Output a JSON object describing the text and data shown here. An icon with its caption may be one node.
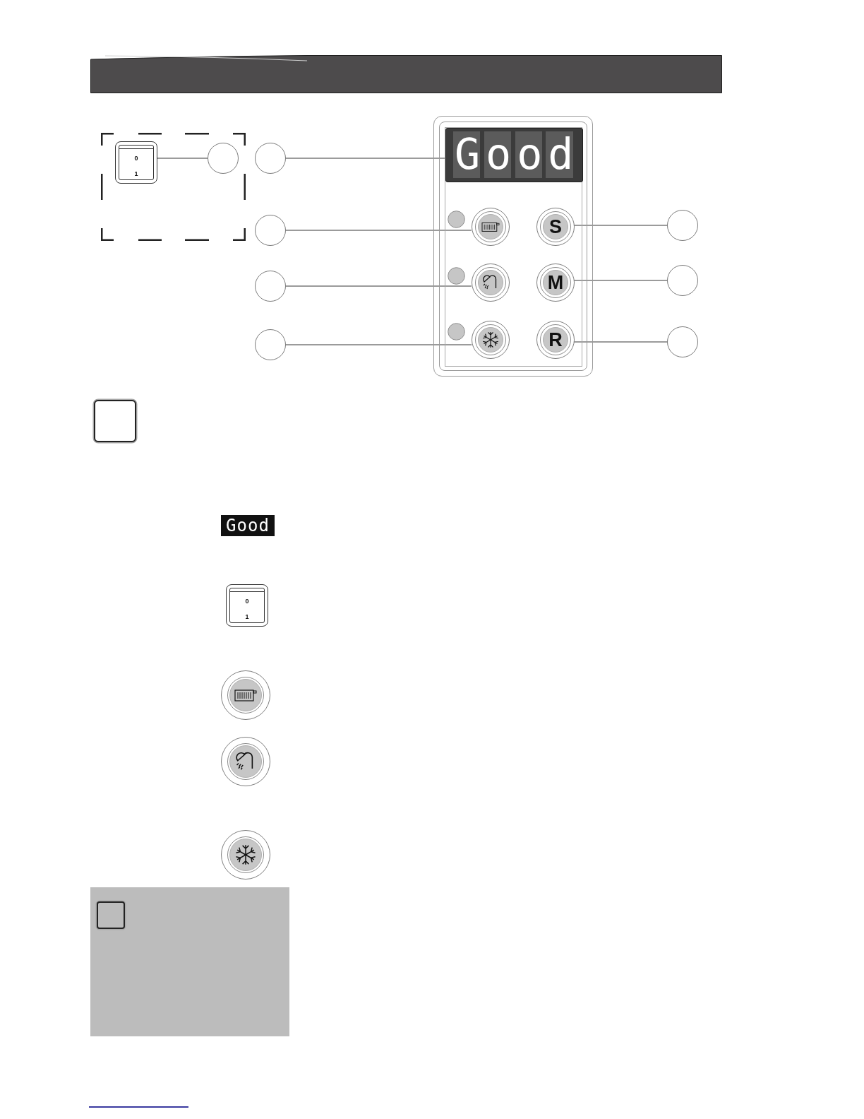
{
  "diagram": {
    "nodes": [
      {
        "text": [],
        "shape": "bar"
      },
      {
        "text": [
          "0",
          "1"
        ]
      },
      {
        "text": [],
        "shape": "circle"
      },
      {
        "text": [],
        "shape": "circle"
      },
      {
        "text": [],
        "shape": "box"
      },
      {
        "text": [
          "Good"
        ],
        "in": 4
      },
      {
        "text": [],
        "shape": "circle"
      },
      {
        "text": [],
        "shape": "circle",
        "in": 4
      },
      {
        "text": [
          "S"
        ],
        "in": 4
      },
      {
        "text": [],
        "shape": "circle"
      },
      {
        "text": [],
        "shape": "circle"
      },
      {
        "text": [],
        "shape": "circle",
        "in": 4
      },
      {
        "text": [
          "M"
        ],
        "in": 4
      },
      {
        "text": [],
        "shape": "circle"
      },
      {
        "text": [],
        "shape": "circle"
      },
      {
        "text": [],
        "shape": "circle",
        "in": 4
      },
      {
        "text": [
          "R"
        ],
        "in": 4
      },
      {
        "text": [],
        "shape": "circle"
      },
      {
        "text": [],
        "shape": "box"
      },
      {
        "text": [
          "Good"
        ]
      },
      {
        "text": [
          "0",
          "1"
        ]
      },
      {
        "text": [],
        "shape": "circle"
      },
      {
        "text": [],
        "shape": "circle"
      },
      {
        "text": [],
        "shape": "circle"
      },
      {
        "text": [],
        "shape": "box"
      },
      {
        "text": [],
        "shape": "box",
        "in": 24
      }
    ],
    "edges": [
      {
        "from": 2,
        "to": 1,
        "arrow": "none"
      },
      {
        "from": 3,
        "to": 5,
        "arrow": "none"
      },
      {
        "from": 6,
        "to": 7,
        "arrow": "none"
      },
      {
        "from": 9,
        "to": 8,
        "arrow": "none"
      },
      {
        "from": 10,
        "to": 11,
        "arrow": "none"
      },
      {
        "from": 13,
        "to": 12,
        "arrow": "none"
      },
      {
        "from": 14,
        "to": 15,
        "arrow": "none"
      },
      {
        "from": 17,
        "to": 16,
        "arrow": "none"
      }
    ]
  }
}
